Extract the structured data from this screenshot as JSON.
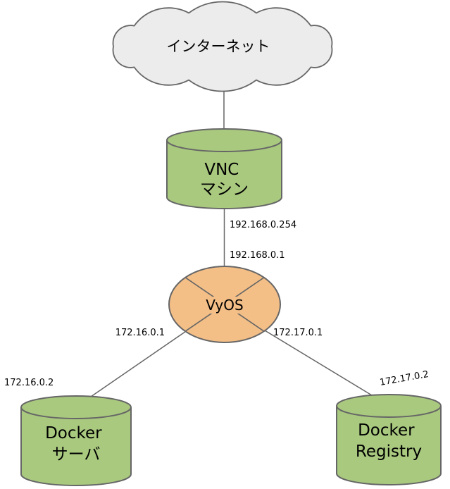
{
  "diagram": {
    "nodes": {
      "internet": {
        "label": "インターネット"
      },
      "vnc_machine": {
        "lines": [
          "VNC",
          "マシン"
        ]
      },
      "vyos_router": {
        "label": "VyOS"
      },
      "docker_server": {
        "lines": [
          "Docker",
          "サーバ"
        ]
      },
      "docker_registry": {
        "lines": [
          "Docker",
          "Registry"
        ]
      }
    },
    "ip_labels": {
      "vnc_machine_if": "192.168.0.254",
      "vyos_if_internet_side": "192.168.0.1",
      "vyos_if_server_side": "172.16.0.1",
      "vyos_if_registry_side": "172.17.0.1",
      "docker_server_ip": "172.16.0.2",
      "docker_registry_ip": "172.17.0.2"
    },
    "colors": {
      "node_green": "#a9c97f",
      "node_orange": "#f4bf87",
      "cloud_fill": "#ececec",
      "stroke": "#666666",
      "connector": "#666666",
      "text": "#000000"
    }
  }
}
